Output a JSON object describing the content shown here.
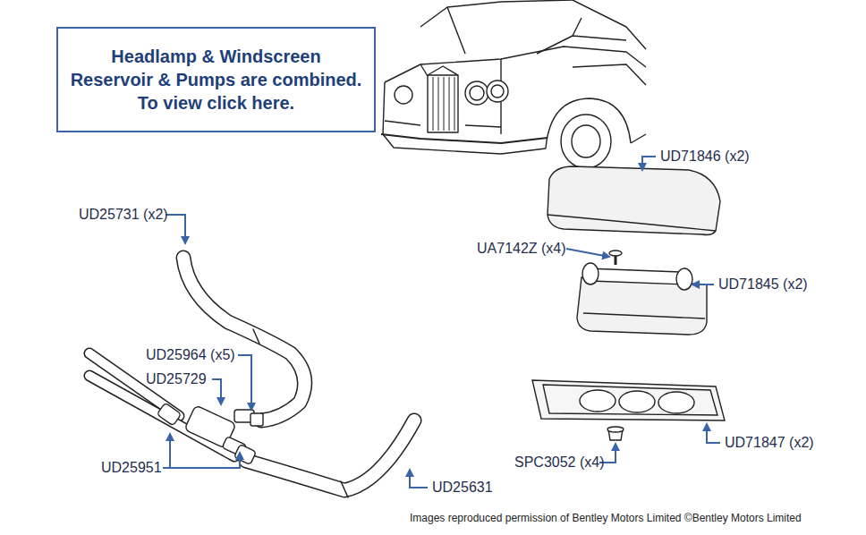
{
  "diagram": {
    "nodes": [
      {
        "text": [
          "Headlamp & Windscreen Reservoir & Pumps are combined. To view click here."
        ]
      }
    ],
    "edges": [],
    "labels": [
      "UD71846 (x2)",
      "UD25731 (x2)",
      "UA7142Z (x4)",
      "UD71845 (x2)",
      "UD25964 (x5)",
      "UD25729",
      "UD25951",
      "UD25631",
      "UD71847 (x2)",
      "SPC3052 (x4)",
      "Images reproduced permission of Bentley Motors Limited ©Bentley Motors Limited"
    ]
  }
}
